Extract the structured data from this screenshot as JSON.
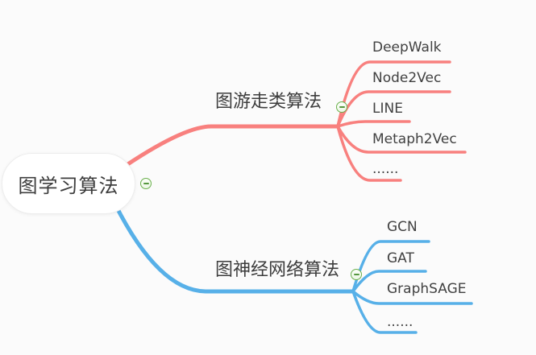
{
  "canvas": {
    "background_color": "#fbfbfb"
  },
  "root": {
    "label": "图学习算法"
  },
  "colors": {
    "walk_branch": "#f8807e",
    "gnn_branch": "#57b0e8",
    "collapse_green": "#6ab04c",
    "text": "#3d3d3d"
  },
  "icons": {
    "collapse": "minus-circle"
  },
  "branches": [
    {
      "label": "图游走类算法",
      "color": "#f8807e",
      "children": [
        "DeepWalk",
        "Node2Vec",
        "LINE",
        "Metaph2Vec",
        "......"
      ]
    },
    {
      "label": "图神经网络算法",
      "color": "#57b0e8",
      "children": [
        "GCN",
        "GAT",
        "GraphSAGE",
        "......"
      ]
    }
  ]
}
